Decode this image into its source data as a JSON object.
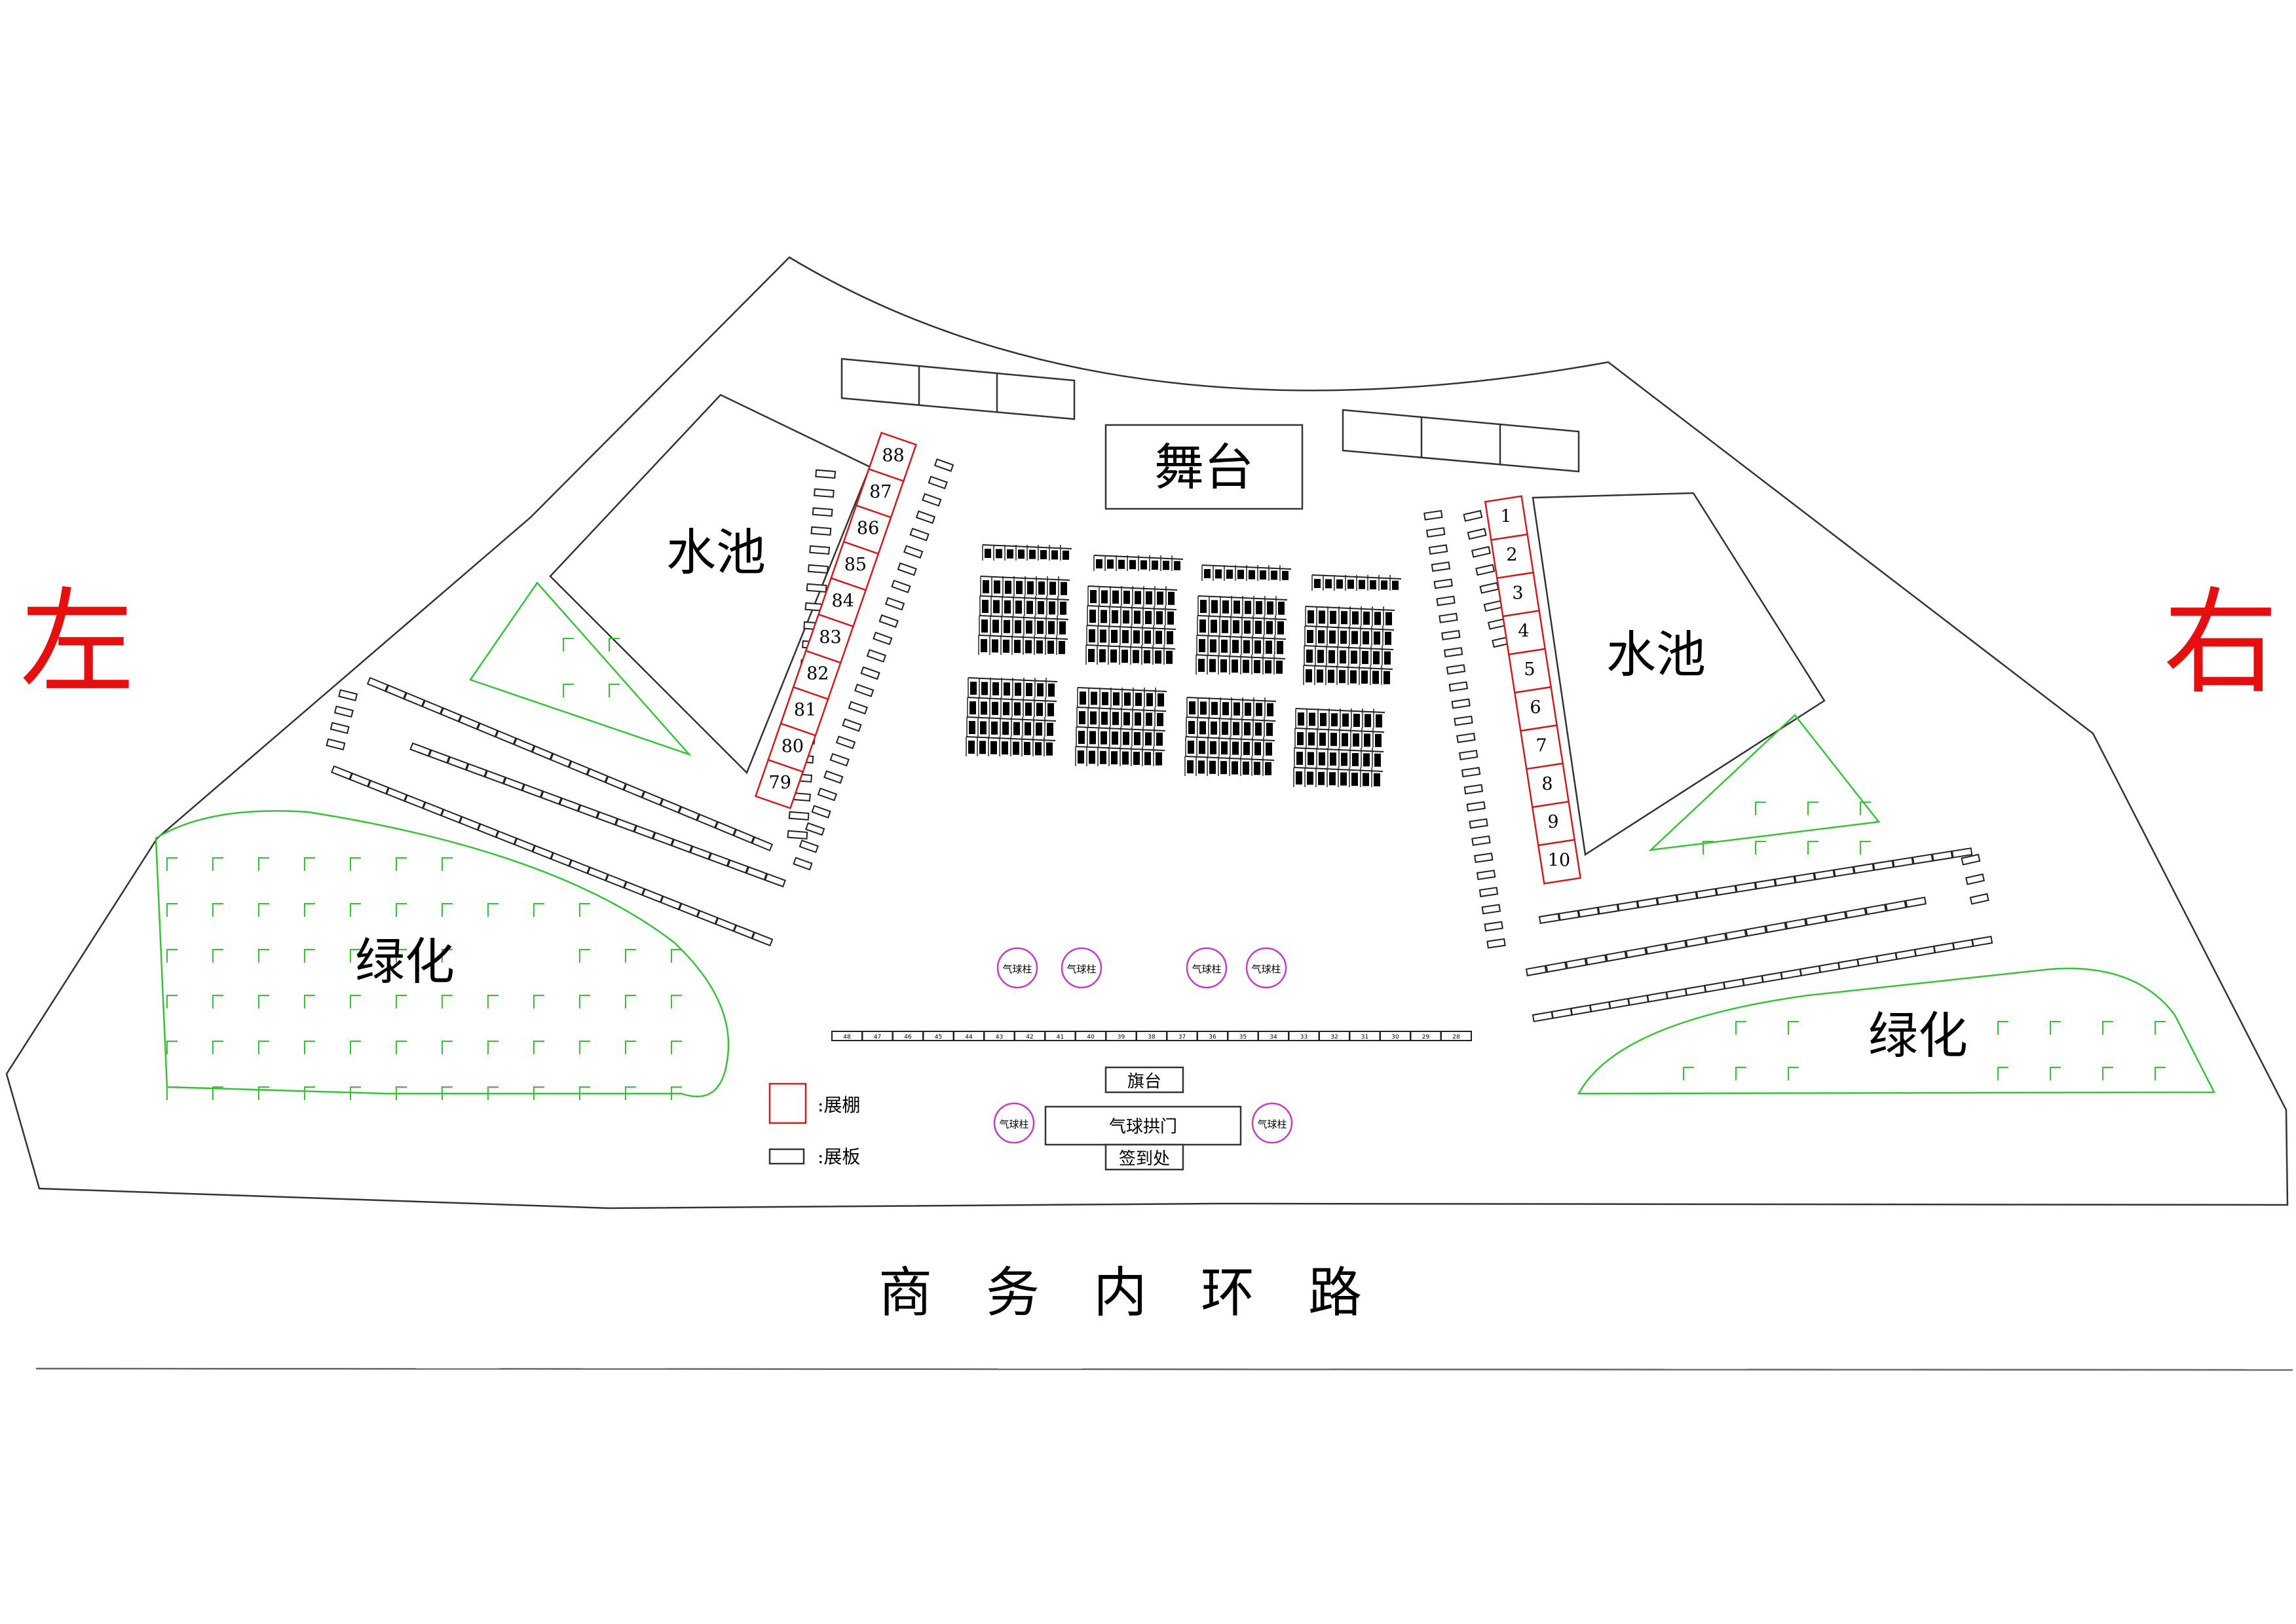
{
  "colors": {
    "outline": "#333333",
    "booth": "#d21a1a",
    "green": "#35c235",
    "pillar": "#c43bc4",
    "side_label": "#e50f0f",
    "seat": "#000000"
  },
  "labels": {
    "left": "左",
    "right": "右",
    "stage": "舞台",
    "pool_left": "水池",
    "pool_right": "水池",
    "green_left": "绿化",
    "green_right": "绿化",
    "flag_stand": "旗台",
    "balloon_arch": "气球拱门",
    "sign_in": "签到处",
    "road": "商　务　内　环　路",
    "pillar": "气球柱"
  },
  "legend": {
    "booth": ":展棚",
    "board": ":展板"
  },
  "booths": {
    "right": [
      "1",
      "2",
      "3",
      "4",
      "5",
      "6",
      "7",
      "8",
      "9",
      "10"
    ],
    "left": [
      "88",
      "87",
      "86",
      "85",
      "84",
      "83",
      "82",
      "81",
      "80",
      "79"
    ]
  },
  "boards": {
    "bottom_row": [
      "48",
      "47",
      "46",
      "45",
      "44",
      "43",
      "42",
      "41",
      "40",
      "39",
      "38",
      "37",
      "36",
      "35",
      "34",
      "33",
      "32",
      "31",
      "30",
      "29",
      "28"
    ]
  }
}
